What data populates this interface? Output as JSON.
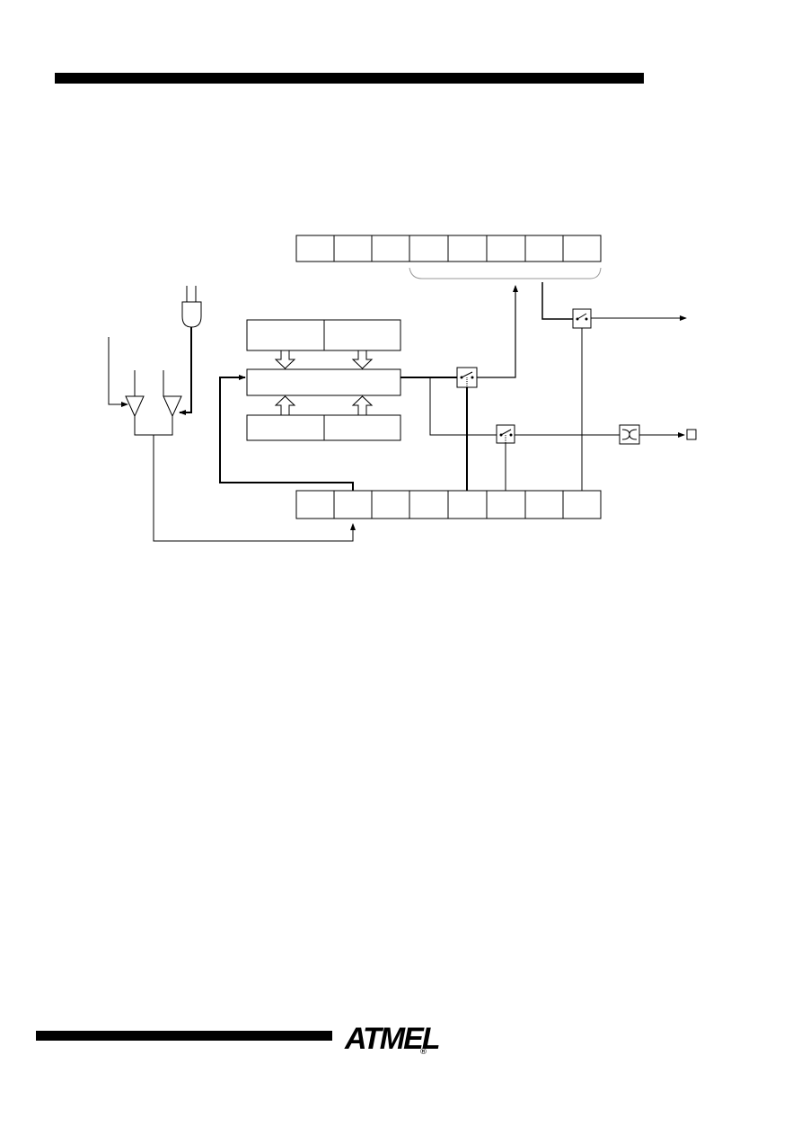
{
  "header": {
    "rule": "top-rule"
  },
  "footer": {
    "logo_text": "ATMEL",
    "registered_mark": "®"
  },
  "diagram": {
    "register_top_bits": 8,
    "register_bottom_bits": 8,
    "icons": [
      "and-gate-icon",
      "buffer-triangle-icon",
      "switch-icon",
      "inverter-box-icon",
      "output-pin-icon"
    ]
  }
}
